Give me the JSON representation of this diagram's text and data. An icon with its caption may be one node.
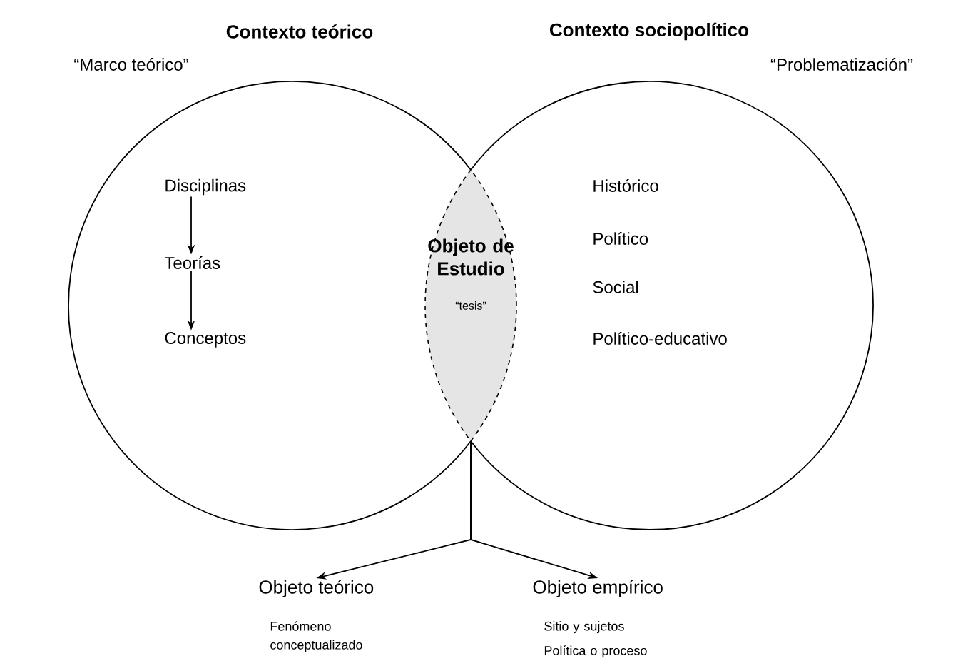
{
  "diagram": {
    "nodes": [
      {
        "text": [
          "Contexto teórico"
        ],
        "beside": [
          "“Marco teórico”"
        ]
      },
      {
        "text": [
          "Disciplinas"
        ],
        "in": 0
      },
      {
        "text": [
          "Teorías"
        ],
        "in": 0
      },
      {
        "text": [
          "Conceptos"
        ],
        "in": 0
      },
      {
        "text": [
          "Contexto sociopolítico",
          "“Problematización”",
          "Histórico",
          "Político",
          "Social",
          "Político-educativo"
        ]
      },
      {
        "text": [
          "Objeto de Estudio",
          "“tesis”"
        ]
      },
      {
        "text": [
          "Objeto teórico",
          "Fenómeno conceptualizado"
        ]
      },
      {
        "text": [
          "Objeto empírico",
          "Sitio y sujetos",
          "Política o proceso"
        ]
      }
    ],
    "edges": [
      {
        "from": 1,
        "to": 2,
        "arrow": "to"
      },
      {
        "from": 2,
        "to": 3,
        "arrow": "to"
      },
      {
        "from": 5,
        "to": 6,
        "arrow": "to"
      },
      {
        "from": 5,
        "to": 7,
        "arrow": "to"
      }
    ]
  }
}
